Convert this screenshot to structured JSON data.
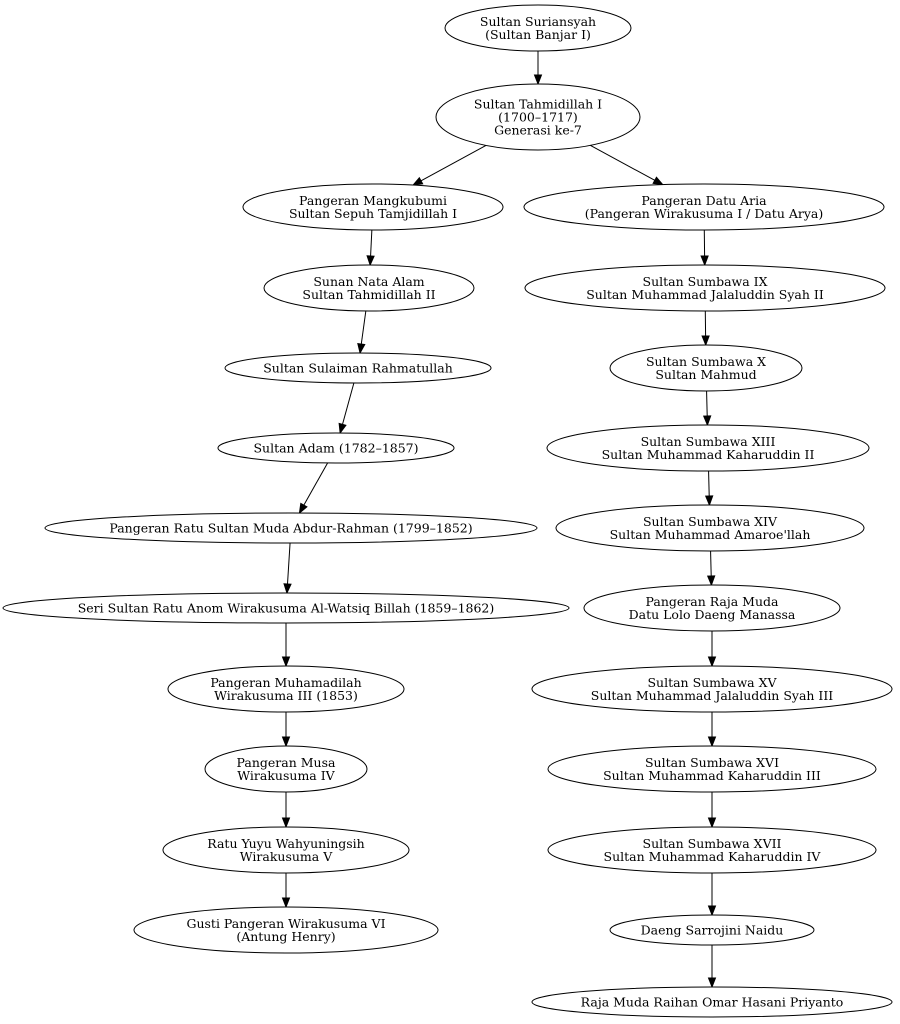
{
  "nodes": [
    {
      "id": "suriansyah",
      "lines": [
        "Sultan Suriansyah",
        "(Sultan Banjar I)"
      ]
    },
    {
      "id": "tahmidillah1",
      "lines": [
        "Sultan Tahmidillah I",
        "(1700–1717)",
        "Generasi ke-7"
      ]
    },
    {
      "id": "mangkubumi",
      "lines": [
        "Pangeran Mangkubumi",
        "Sultan Sepuh Tamjidillah I"
      ]
    },
    {
      "id": "datu-aria",
      "lines": [
        "Pangeran Datu Aria",
        "(Pangeran Wirakusuma I / Datu Arya)"
      ]
    },
    {
      "id": "nata-alam",
      "lines": [
        "Sunan Nata Alam",
        "Sultan Tahmidillah II"
      ]
    },
    {
      "id": "sumbawa-9",
      "lines": [
        "Sultan Sumbawa IX",
        "Sultan Muhammad Jalaluddin Syah II"
      ]
    },
    {
      "id": "sulaiman",
      "lines": [
        "Sultan Sulaiman Rahmatullah"
      ]
    },
    {
      "id": "sumbawa-10",
      "lines": [
        "Sultan Sumbawa X",
        "Sultan Mahmud"
      ]
    },
    {
      "id": "adam",
      "lines": [
        "Sultan Adam (1782–1857)"
      ]
    },
    {
      "id": "sumbawa-13",
      "lines": [
        "Sultan Sumbawa XIII",
        "Sultan Muhammad Kaharuddin II"
      ]
    },
    {
      "id": "abdur-rahman",
      "lines": [
        "Pangeran Ratu Sultan Muda Abdur-Rahman (1799–1852)"
      ]
    },
    {
      "id": "sumbawa-14",
      "lines": [
        "Sultan Sumbawa XIV",
        "Sultan Muhammad Amaroe'llah"
      ]
    },
    {
      "id": "al-watsiq",
      "lines": [
        "Seri Sultan Ratu Anom Wirakusuma Al-Watsiq Billah (1859–1862)"
      ]
    },
    {
      "id": "raja-muda",
      "lines": [
        "Pangeran Raja Muda",
        "Datu Lolo Daeng Manassa"
      ]
    },
    {
      "id": "muhamadilah",
      "lines": [
        "Pangeran Muhamadilah",
        "Wirakusuma III (1853)"
      ]
    },
    {
      "id": "sumbawa-15",
      "lines": [
        "Sultan Sumbawa XV",
        "Sultan Muhammad Jalaluddin Syah III"
      ]
    },
    {
      "id": "musa",
      "lines": [
        "Pangeran Musa",
        "Wirakusuma IV"
      ]
    },
    {
      "id": "sumbawa-16",
      "lines": [
        "Sultan Sumbawa XVI",
        "Sultan Muhammad Kaharuddin III"
      ]
    },
    {
      "id": "yuyu",
      "lines": [
        "Ratu Yuyu Wahyuningsih",
        "Wirakusuma V"
      ]
    },
    {
      "id": "sumbawa-17",
      "lines": [
        "Sultan Sumbawa XVII",
        "Sultan Muhammad Kaharuddin IV"
      ]
    },
    {
      "id": "wirakusuma-6",
      "lines": [
        "Gusti Pangeran Wirakusuma VI",
        "(Antung Henry)"
      ]
    },
    {
      "id": "sarrojini",
      "lines": [
        "Daeng Sarrojini Naidu"
      ]
    },
    {
      "id": "raihan",
      "lines": [
        "Raja Muda Raihan Omar Hasani Priyanto"
      ]
    }
  ],
  "edges": [
    {
      "from": "suriansyah",
      "to": "tahmidillah1"
    },
    {
      "from": "tahmidillah1",
      "to": "mangkubumi"
    },
    {
      "from": "tahmidillah1",
      "to": "datu-aria"
    },
    {
      "from": "mangkubumi",
      "to": "nata-alam"
    },
    {
      "from": "nata-alam",
      "to": "sulaiman"
    },
    {
      "from": "sulaiman",
      "to": "adam"
    },
    {
      "from": "adam",
      "to": "abdur-rahman"
    },
    {
      "from": "abdur-rahman",
      "to": "al-watsiq"
    },
    {
      "from": "al-watsiq",
      "to": "muhamadilah"
    },
    {
      "from": "muhamadilah",
      "to": "musa"
    },
    {
      "from": "musa",
      "to": "yuyu"
    },
    {
      "from": "yuyu",
      "to": "wirakusuma-6"
    },
    {
      "from": "datu-aria",
      "to": "sumbawa-9"
    },
    {
      "from": "sumbawa-9",
      "to": "sumbawa-10"
    },
    {
      "from": "sumbawa-10",
      "to": "sumbawa-13"
    },
    {
      "from": "sumbawa-13",
      "to": "sumbawa-14"
    },
    {
      "from": "sumbawa-14",
      "to": "raja-muda"
    },
    {
      "from": "raja-muda",
      "to": "sumbawa-15"
    },
    {
      "from": "sumbawa-15",
      "to": "sumbawa-16"
    },
    {
      "from": "sumbawa-16",
      "to": "sumbawa-17"
    },
    {
      "from": "sumbawa-17",
      "to": "sarrojini"
    },
    {
      "from": "sarrojini",
      "to": "raihan"
    }
  ]
}
